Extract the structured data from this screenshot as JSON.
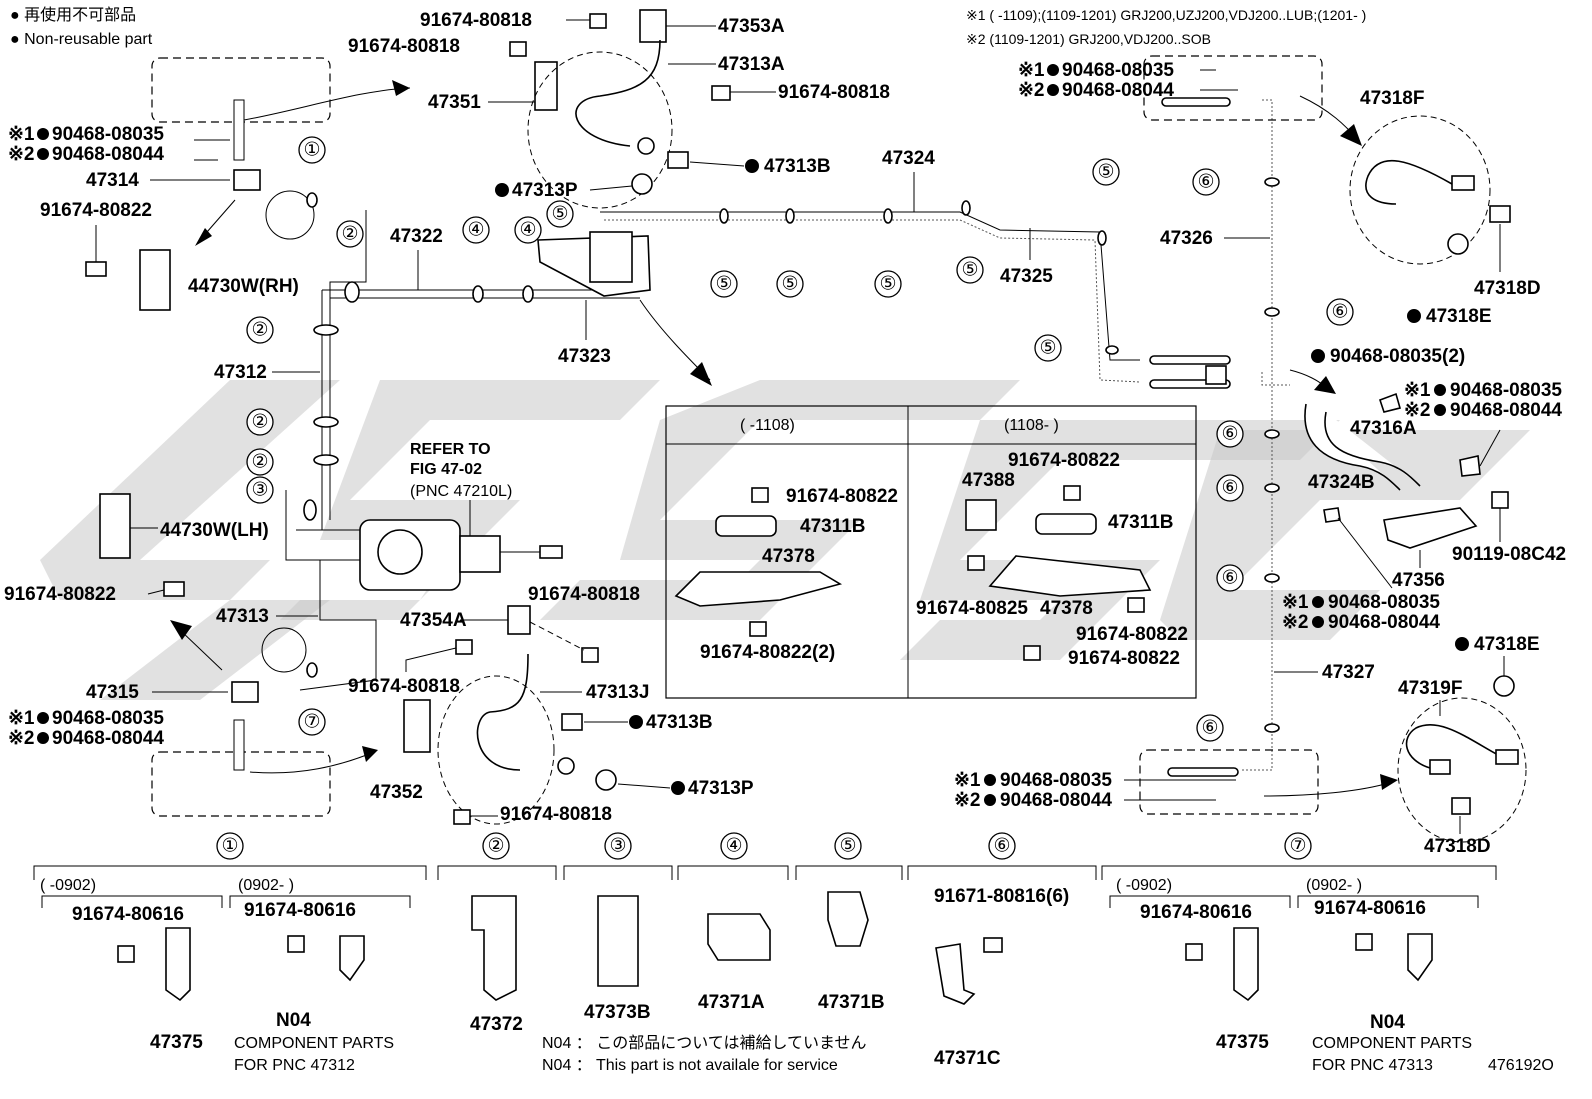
{
  "legend": {
    "jp": "● 再使用不可部品",
    "en": "● Non-reusable part"
  },
  "notes": {
    "n1": "※1 (       -1109);(1109-1201) GRJ200,UZJ200,VDJ200..LUB;(1201-        )",
    "n2": "※2 (1109-1201) GRJ200,VDJ200..SOB"
  },
  "parts": {
    "p91674_80818": "91674-80818",
    "p91674_80822": "91674-80822",
    "p91674_80822_2": "91674-80822(2)",
    "p91674_80825": "91674-80825",
    "p47353A": "47353A",
    "p47313A": "47313A",
    "p47351": "47351",
    "p47313B": "47313B",
    "p47313P": "47313P",
    "p47314": "47314",
    "p44730W_RH": "44730W(RH)",
    "p44730W_LH": "44730W(LH)",
    "p47322": "47322",
    "p47324": "47324",
    "p47325": "47325",
    "p47323": "47323",
    "p47312": "47312",
    "p47313": "47313",
    "p47354A": "47354A",
    "p47315": "47315",
    "p47352": "47352",
    "p47313J": "47313J",
    "p47326": "47326",
    "p47327": "47327",
    "p47318F": "47318F",
    "p47318D": "47318D",
    "p47318E": "47318E",
    "p47316A": "47316A",
    "p47324B": "47324B",
    "p47356": "47356",
    "p90119": "90119-08C42",
    "p47319F": "47319F",
    "p47311B": "47311B",
    "p47378": "47378",
    "p47388": "47388",
    "p90468_08035": "90468-08035",
    "p90468_08044": "90468-08044",
    "p90468_08035_2": "90468-08035(2)",
    "refer1": "REFER TO",
    "refer2": "FIG 47-02",
    "refer3": "(PNC 47210L)"
  },
  "marks": {
    "m1": "※1",
    "m2": "※2"
  },
  "inset": {
    "left_range": "(       -1108)",
    "right_range": "(1108-       )"
  },
  "circled": [
    "①",
    "②",
    "③",
    "④",
    "⑤",
    "⑥",
    "⑦"
  ],
  "bottom": {
    "b1_range_a": "(       -0902)",
    "b1_range_b": "(0902-        )",
    "b1_bolt_a": "91674-80616",
    "b1_bolt_b": "91674-80616",
    "b1_part_a": "47375",
    "b1_part_b": "N04",
    "b1_comp1": "COMPONENT PARTS",
    "b1_comp2": "FOR PNC 47312",
    "b2_part": "47372",
    "b3_part": "47373B",
    "b4_part": "47371A",
    "b5_part": "47371B",
    "b6_bolt": "91671-80816(6)",
    "b6_part": "47371C",
    "b7_range_a": "(       -0902)",
    "b7_range_b": "(0902-        )",
    "b7_bolt_a": "91674-80616",
    "b7_bolt_b": "91674-80616",
    "b7_part_a": "47375",
    "b7_part_b": "N04",
    "b7_comp1": "COMPONENT PARTS",
    "b7_comp2": "FOR PNC 47313",
    "n04_jp": "N04 ： この部品については補給していません",
    "n04_en": "N04 ： This part is not availale for service",
    "fig_id": "476192O"
  }
}
